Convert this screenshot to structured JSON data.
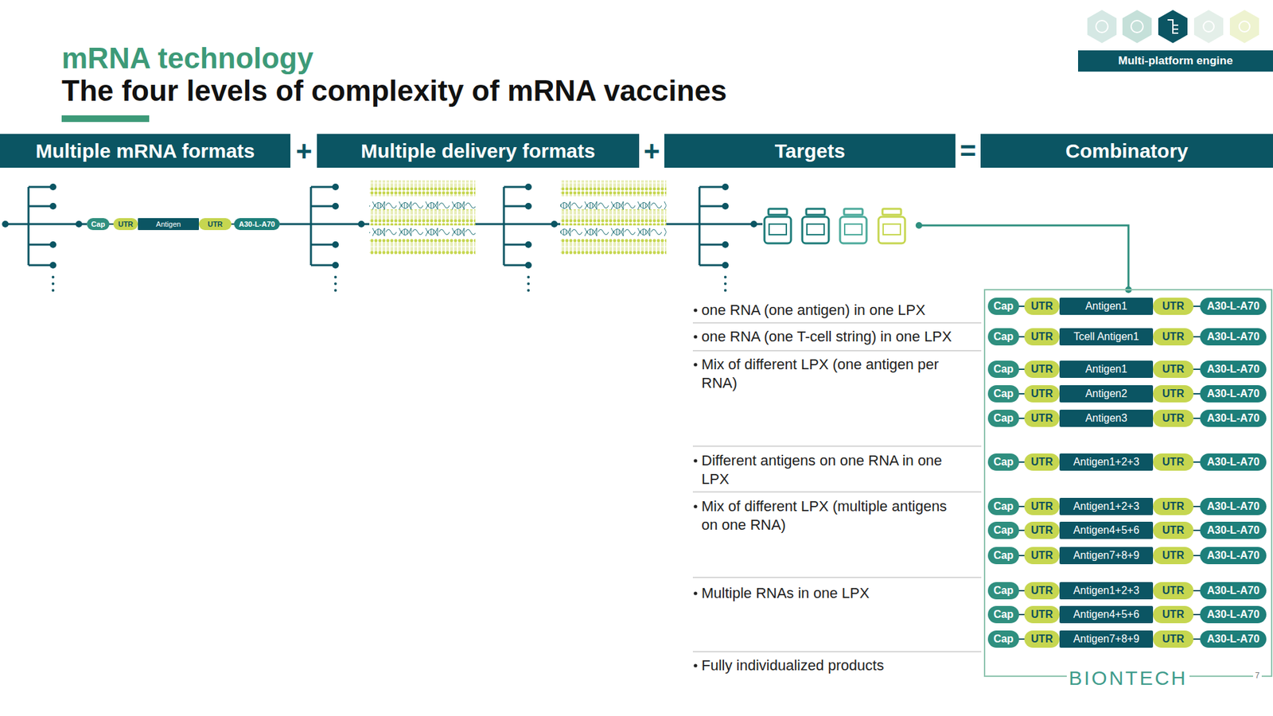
{
  "diagram": {
    "title": "The four levels of complexity of mRNA vaccines",
    "nodes": [
      {
        "text": [
          "Multiple mRNA formats"
        ]
      },
      {
        "text": [
          "Multiple delivery formats"
        ]
      },
      {
        "text": [
          "Targets"
        ]
      },
      {
        "text": [
          "Combinatory"
        ]
      },
      {
        "text": [
          "Cap"
        ]
      },
      {
        "text": [
          "UTR"
        ]
      },
      {
        "text": [
          "Antigen"
        ]
      },
      {
        "text": [
          "UTR"
        ]
      },
      {
        "text": [
          "A30-L-A70"
        ]
      },
      {
        "text": [
          "Cap"
        ]
      },
      {
        "text": [
          "UTR"
        ]
      },
      {
        "text": [
          "Antigen1"
        ]
      },
      {
        "text": [
          "UTR"
        ]
      },
      {
        "text": [
          "A30-L-A70"
        ]
      },
      {
        "text": [
          "Cap"
        ]
      },
      {
        "text": [
          "UTR"
        ]
      },
      {
        "text": [
          "Tcell Antigen1"
        ]
      },
      {
        "text": [
          "UTR"
        ]
      },
      {
        "text": [
          "A30-L-A70"
        ]
      },
      {
        "text": [
          "Cap"
        ]
      },
      {
        "text": [
          "UTR"
        ]
      },
      {
        "text": [
          "Antigen1"
        ]
      },
      {
        "text": [
          "UTR"
        ]
      },
      {
        "text": [
          "A30-L-A70"
        ]
      },
      {
        "text": [
          "Cap"
        ]
      },
      {
        "text": [
          "UTR"
        ]
      },
      {
        "text": [
          "Antigen2"
        ]
      },
      {
        "text": [
          "UTR"
        ]
      },
      {
        "text": [
          "A30-L-A70"
        ]
      },
      {
        "text": [
          "Cap"
        ]
      },
      {
        "text": [
          "UTR"
        ]
      },
      {
        "text": [
          "Antigen3"
        ]
      },
      {
        "text": [
          "UTR"
        ]
      },
      {
        "text": [
          "A30-L-A70"
        ]
      },
      {
        "text": [
          "Cap"
        ]
      },
      {
        "text": [
          "UTR"
        ]
      },
      {
        "text": [
          "Antigen1+2+3"
        ]
      },
      {
        "text": [
          "UTR"
        ]
      },
      {
        "text": [
          "A30-L-A70"
        ]
      },
      {
        "text": [
          "Cap"
        ]
      },
      {
        "text": [
          "UTR"
        ]
      },
      {
        "text": [
          "Antigen1+2+3"
        ]
      },
      {
        "text": [
          "UTR"
        ]
      },
      {
        "text": [
          "A30-L-A70"
        ]
      },
      {
        "text": [
          "Cap"
        ]
      },
      {
        "text": [
          "UTR"
        ]
      },
      {
        "text": [
          "Antigen4+5+6"
        ]
      },
      {
        "text": [
          "UTR"
        ]
      },
      {
        "text": [
          "A30-L-A70"
        ]
      },
      {
        "text": [
          "Cap"
        ]
      },
      {
        "text": [
          "UTR"
        ]
      },
      {
        "text": [
          "Antigen7+8+9"
        ]
      },
      {
        "text": [
          "UTR"
        ]
      },
      {
        "text": [
          "A30-L-A70"
        ]
      },
      {
        "text": [
          "Cap"
        ]
      },
      {
        "text": [
          "UTR"
        ]
      },
      {
        "text": [
          "Antigen1+2+3"
        ]
      },
      {
        "text": [
          "UTR"
        ]
      },
      {
        "text": [
          "A30-L-A70"
        ]
      },
      {
        "text": [
          "Cap"
        ]
      },
      {
        "text": [
          "UTR"
        ]
      },
      {
        "text": [
          "Antigen4+5+6"
        ]
      },
      {
        "text": [
          "UTR"
        ]
      },
      {
        "text": [
          "A30-L-A70"
        ]
      },
      {
        "text": [
          "Cap"
        ]
      },
      {
        "text": [
          "UTR"
        ]
      },
      {
        "text": [
          "Antigen7+8+9"
        ]
      },
      {
        "text": [
          "UTR"
        ]
      },
      {
        "text": [
          "A30-L-A70"
        ]
      }
    ],
    "labels": [
      "mRNA technology",
      "Multi-platform engine",
      "+",
      "+",
      "=",
      "one RNA (one antigen) in one LPX",
      "one RNA (one T-cell string) in one LPX",
      "Mix of different LPX (one antigen per RNA)",
      "Different antigens on one RNA in one LPX",
      "Mix of different LPX (multiple antigens on one RNA)",
      "Multiple RNAs in one LPX",
      "Fully individualized products",
      "BIONTECH",
      "7"
    ]
  }
}
